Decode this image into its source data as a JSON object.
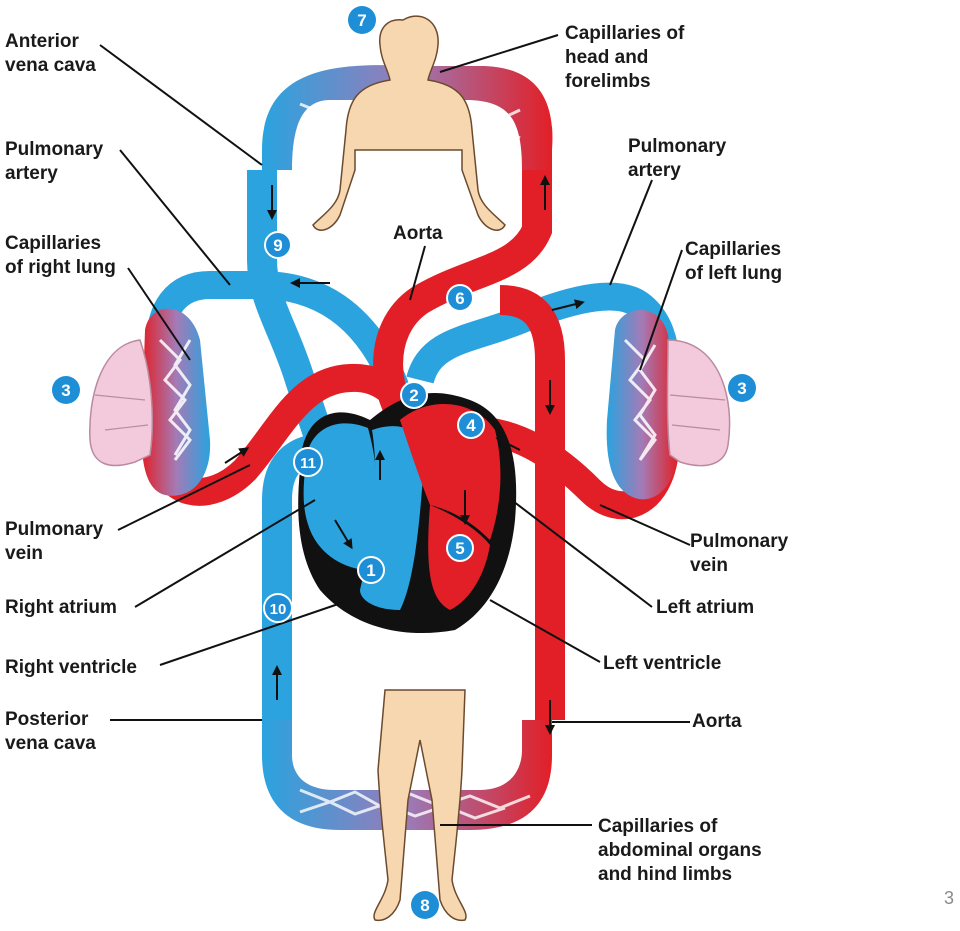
{
  "labels": {
    "anterior_vena_cava": "Anterior\nvena cava",
    "capillaries_head": "Capillaries of\nhead and\nforelimbs",
    "pulmonary_artery_left_side": "Pulmonary\nartery",
    "pulmonary_artery_right_side": "Pulmonary\nartery",
    "capillaries_right_lung": "Capillaries\nof right lung",
    "capillaries_left_lung": "Capillaries\nof left lung",
    "aorta_top": "Aorta",
    "pulmonary_vein_left_side": "Pulmonary\nvein",
    "pulmonary_vein_right_side": "Pulmonary\nvein",
    "right_atrium": "Right atrium",
    "left_atrium": "Left atrium",
    "right_ventricle": "Right ventricle",
    "left_ventricle": "Left ventricle",
    "posterior_vena_cava": "Posterior\nvena cava",
    "aorta_bottom": "Aorta",
    "capillaries_abdominal": "Capillaries of\nabdominal organs\nand hind limbs"
  },
  "markers": {
    "m1": "1",
    "m2": "2",
    "m3_left": "3",
    "m3_right": "3",
    "m4": "4",
    "m5": "5",
    "m6": "6",
    "m7": "7",
    "m8": "8",
    "m9": "9",
    "m10": "10",
    "m11": "11"
  },
  "page_number": "3",
  "colors": {
    "oxygen_poor": "#2aa3df",
    "oxygen_rich": "#e21f26",
    "marker_fill": "#1e8fd6",
    "lung": "#f3c9dc",
    "body": "#f6d7b0",
    "heart_outline": "#111111"
  }
}
